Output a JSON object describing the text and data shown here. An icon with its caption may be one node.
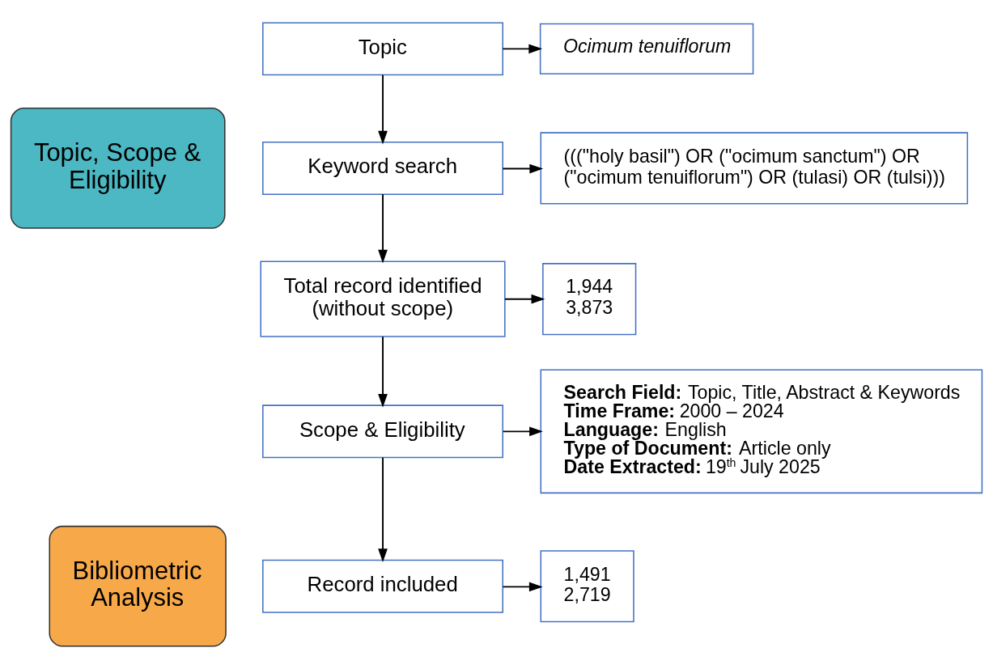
{
  "diagram": {
    "nodes": [
      {
        "text": [
          "Topic, Scope & Eligibility"
        ]
      },
      {
        "text": [
          "Bibliometric Analysis"
        ]
      },
      {
        "text": [
          "Topic"
        ]
      },
      {
        "text": [
          "Ocimum tenuiflorum"
        ]
      },
      {
        "text": [
          "Keyword search"
        ]
      },
      {
        "text": [
          "(((\"holy basil\") OR (\"ocimum sanctum\") OR (\"ocimum tenuiflorum\") OR (tulasi) OR (tulsi)))"
        ]
      },
      {
        "text": [
          "Total record identified (without scope)"
        ]
      },
      {
        "text": [
          "1,944",
          "3,873"
        ]
      },
      {
        "text": [
          "Scope & Eligibility"
        ]
      },
      {
        "text": [
          "**Search Field:** Topic, Title, Abstract & Keywords",
          "**Time Frame:** 2000 – 2024",
          "**Language:** English",
          "**Type of Document:** Article only",
          "**Date Extracted:** 19$^{th}$ July 2025"
        ]
      },
      {
        "text": [
          "Record included"
        ]
      },
      {
        "text": [
          "1,491",
          "2,719"
        ]
      }
    ],
    "edges": [
      {
        "from": 2,
        "to": 3,
        "arrow": "to"
      },
      {
        "from": 2,
        "to": 4,
        "arrow": "to"
      },
      {
        "from": 4,
        "to": 5,
        "arrow": "to"
      },
      {
        "from": 4,
        "to": 6,
        "arrow": "to"
      },
      {
        "from": 6,
        "to": 7,
        "arrow": "to"
      },
      {
        "from": 6,
        "to": 8,
        "arrow": "to"
      },
      {
        "from": 8,
        "to": 9,
        "arrow": "to"
      },
      {
        "from": 8,
        "to": 10,
        "arrow": "to"
      },
      {
        "from": 10,
        "to": 11,
        "arrow": "to"
      }
    ]
  }
}
